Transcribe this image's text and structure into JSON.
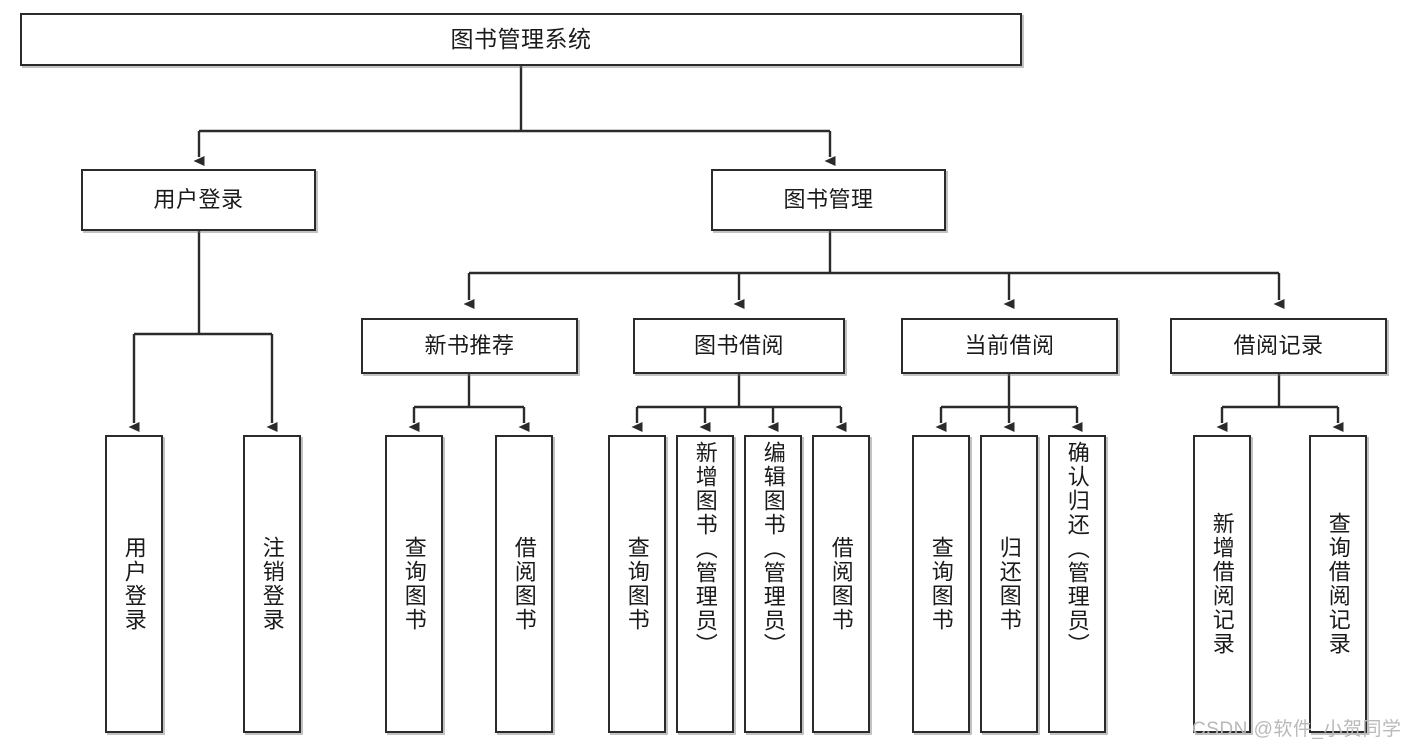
{
  "diagram": {
    "title": "图书管理系统",
    "type": "tree-hierarchy",
    "watermark": "CSDN @软件_小贺同学",
    "colors": {
      "box_border": "#2b2b2b",
      "box_fill": "#ffffff",
      "connector": "#2b2b2b",
      "text": "#1a1a1a",
      "watermark": "#b9b9b9",
      "background": "#ffffff"
    },
    "nodes": {
      "root": {
        "label": "图书管理系统"
      },
      "level2": [
        {
          "label": "用户登录"
        },
        {
          "label": "图书管理"
        }
      ],
      "level3": [
        {
          "label": "新书推荐"
        },
        {
          "label": "图书借阅"
        },
        {
          "label": "当前借阅"
        },
        {
          "label": "借阅记录"
        }
      ],
      "leaves": {
        "user_login": [
          {
            "label": "用户登录"
          },
          {
            "label": "注销登录"
          }
        ],
        "new_book_recommend": [
          {
            "label": "查询图书"
          },
          {
            "label": "借阅图书"
          }
        ],
        "book_borrow": [
          {
            "label": "查询图书"
          },
          {
            "label": "新增图书（管理员）"
          },
          {
            "label": "编辑图书（管理员）"
          },
          {
            "label": "借阅图书"
          }
        ],
        "current_borrow": [
          {
            "label": "查询图书"
          },
          {
            "label": "归还图书"
          },
          {
            "label": "确认归还（管理员）"
          }
        ],
        "borrow_record": [
          {
            "label": "新增借阅记录"
          },
          {
            "label": "查询借阅记录"
          }
        ]
      }
    }
  }
}
